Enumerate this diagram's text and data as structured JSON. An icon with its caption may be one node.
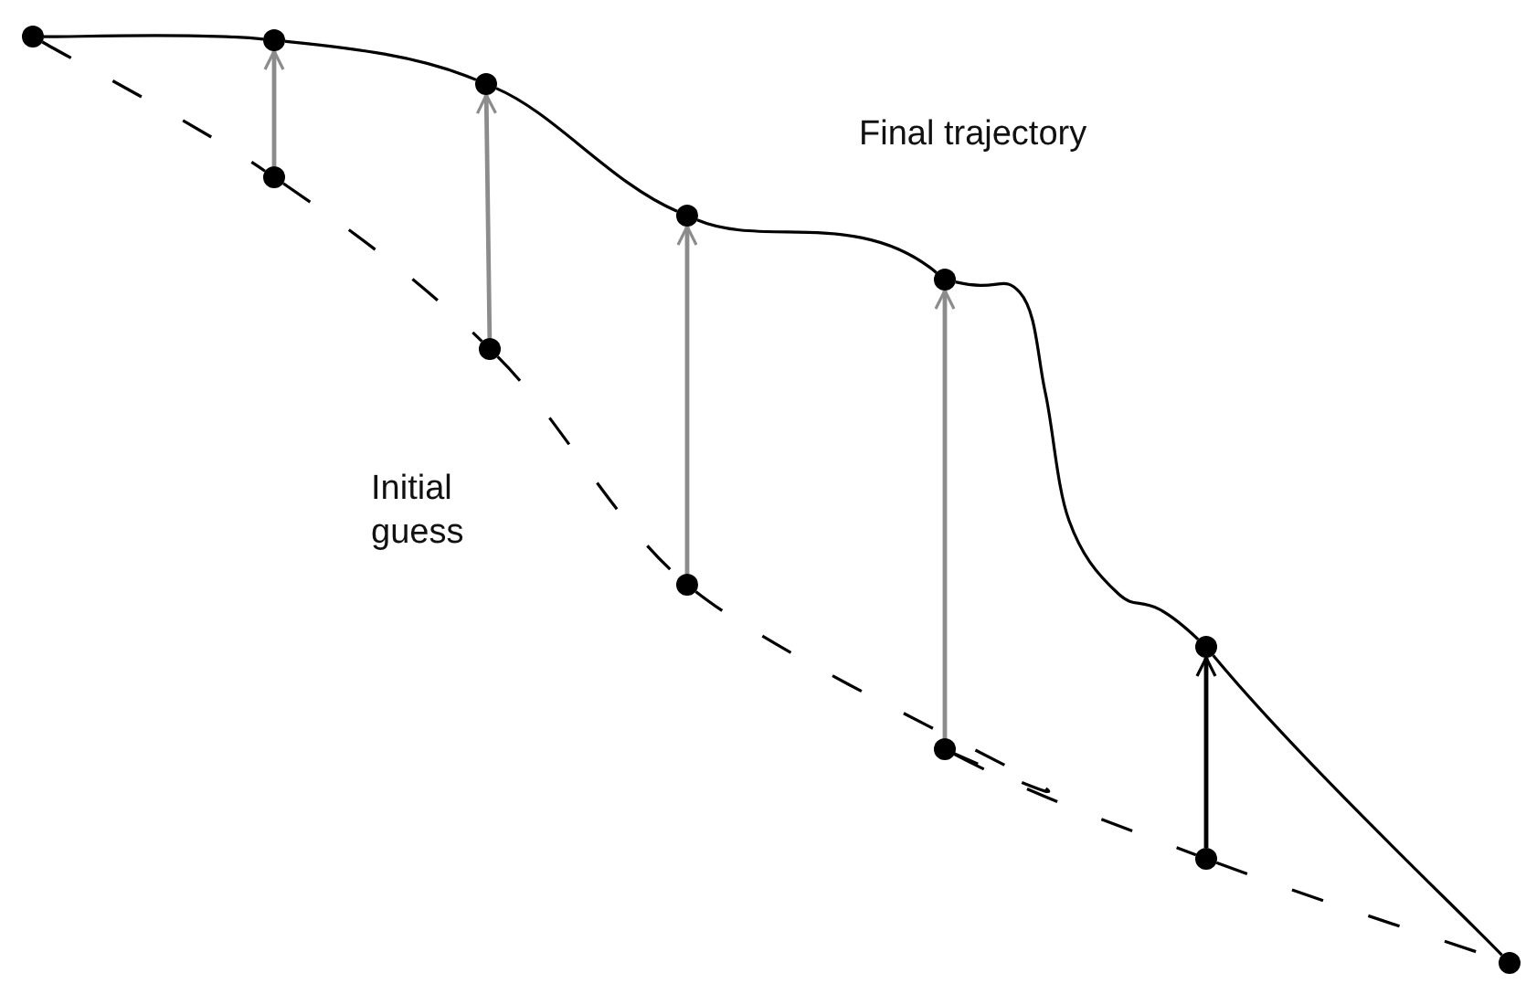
{
  "diagram": {
    "nodes": [
      {
        "text": [],
        "shape": "circle"
      },
      {
        "text": [],
        "shape": "circle"
      },
      {
        "text": [],
        "shape": "circle"
      },
      {
        "text": [],
        "shape": "circle"
      },
      {
        "text": [],
        "shape": "circle"
      },
      {
        "text": [],
        "shape": "circle"
      },
      {
        "text": [],
        "shape": "circle"
      },
      {
        "text": [],
        "shape": "circle"
      },
      {
        "text": [],
        "shape": "circle"
      },
      {
        "text": [],
        "shape": "circle"
      },
      {
        "text": [],
        "shape": "circle"
      },
      {
        "text": [],
        "shape": "circle"
      }
    ],
    "edges": [
      {
        "from": 0,
        "to": 1,
        "arrow": "none"
      },
      {
        "from": 1,
        "to": 3,
        "arrow": "none"
      },
      {
        "from": 3,
        "to": 5,
        "arrow": "none"
      },
      {
        "from": 5,
        "to": 7,
        "arrow": "none"
      },
      {
        "from": 7,
        "to": 9,
        "arrow": "none"
      },
      {
        "from": 9,
        "to": 11,
        "arrow": "none"
      },
      {
        "from": 0,
        "to": 2,
        "arrow": "none",
        "style": "dashed"
      },
      {
        "from": 2,
        "to": 4,
        "arrow": "none",
        "style": "dashed"
      },
      {
        "from": 4,
        "to": 6,
        "arrow": "none",
        "style": "dashed"
      },
      {
        "from": 6,
        "to": 8,
        "arrow": "none",
        "style": "dashed"
      },
      {
        "from": 8,
        "to": 10,
        "arrow": "none",
        "style": "dashed"
      },
      {
        "from": 10,
        "to": 11,
        "arrow": "none",
        "style": "dashed"
      },
      {
        "from": 2,
        "to": 1,
        "arrow": "to",
        "color": "#8c8c8c"
      },
      {
        "from": 4,
        "to": 3,
        "arrow": "to",
        "color": "#8c8c8c"
      },
      {
        "from": 6,
        "to": 5,
        "arrow": "to",
        "color": "#8c8c8c"
      },
      {
        "from": 8,
        "to": 7,
        "arrow": "to",
        "color": "#8c8c8c"
      },
      {
        "from": 10,
        "to": 9,
        "arrow": "to"
      }
    ],
    "labels": [
      "Final trajectory",
      "Initial guess"
    ]
  }
}
